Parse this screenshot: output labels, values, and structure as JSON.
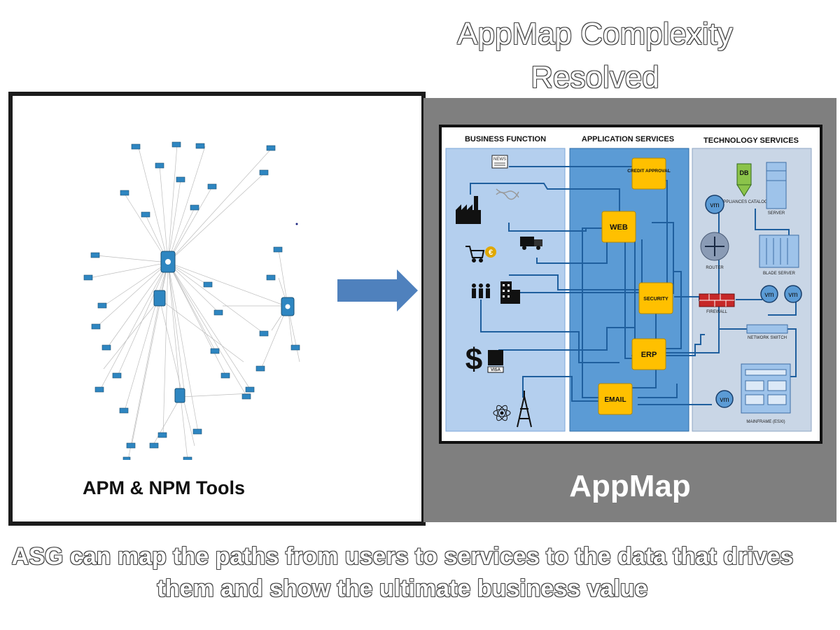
{
  "title": "AppMap Complexity Resolved",
  "left_panel": {
    "label": "APM & NPM Tools"
  },
  "right_panel": {
    "label": "AppMap",
    "columns": [
      "BUSINESS FUNCTION",
      "APPLICATION SERVICES",
      "TECHNOLOGY SERVICES"
    ],
    "services": {
      "credit": "CREDIT APPROVAL",
      "web": "WEB",
      "security": "SECURITY",
      "erp": "ERP",
      "email": "EMAIL"
    },
    "business_icons": {
      "news": "NEWS",
      "visa": "VISA"
    },
    "tech": {
      "db": "DB",
      "db_label": "APPLIANCES CATALOG",
      "server": "SERVER",
      "router": "ROUTER",
      "blade": "BLADE SERVER",
      "firewall": "FIREWALL",
      "switch": "NETWORK SWITCH",
      "vm": "vm",
      "mainframe": "MAINFRAME (ESXI)"
    }
  },
  "caption": "ASG can map the paths from users to services to the data that drives them and show the ultimate business value",
  "colors": {
    "arrow": "#4f81bd",
    "service_box": "#ffc000",
    "business_bg": "#b4cfee",
    "app_bg": "#5b9bd5",
    "tech_bg": "#c9d6e6",
    "panel_gray": "#7f7f7f"
  }
}
